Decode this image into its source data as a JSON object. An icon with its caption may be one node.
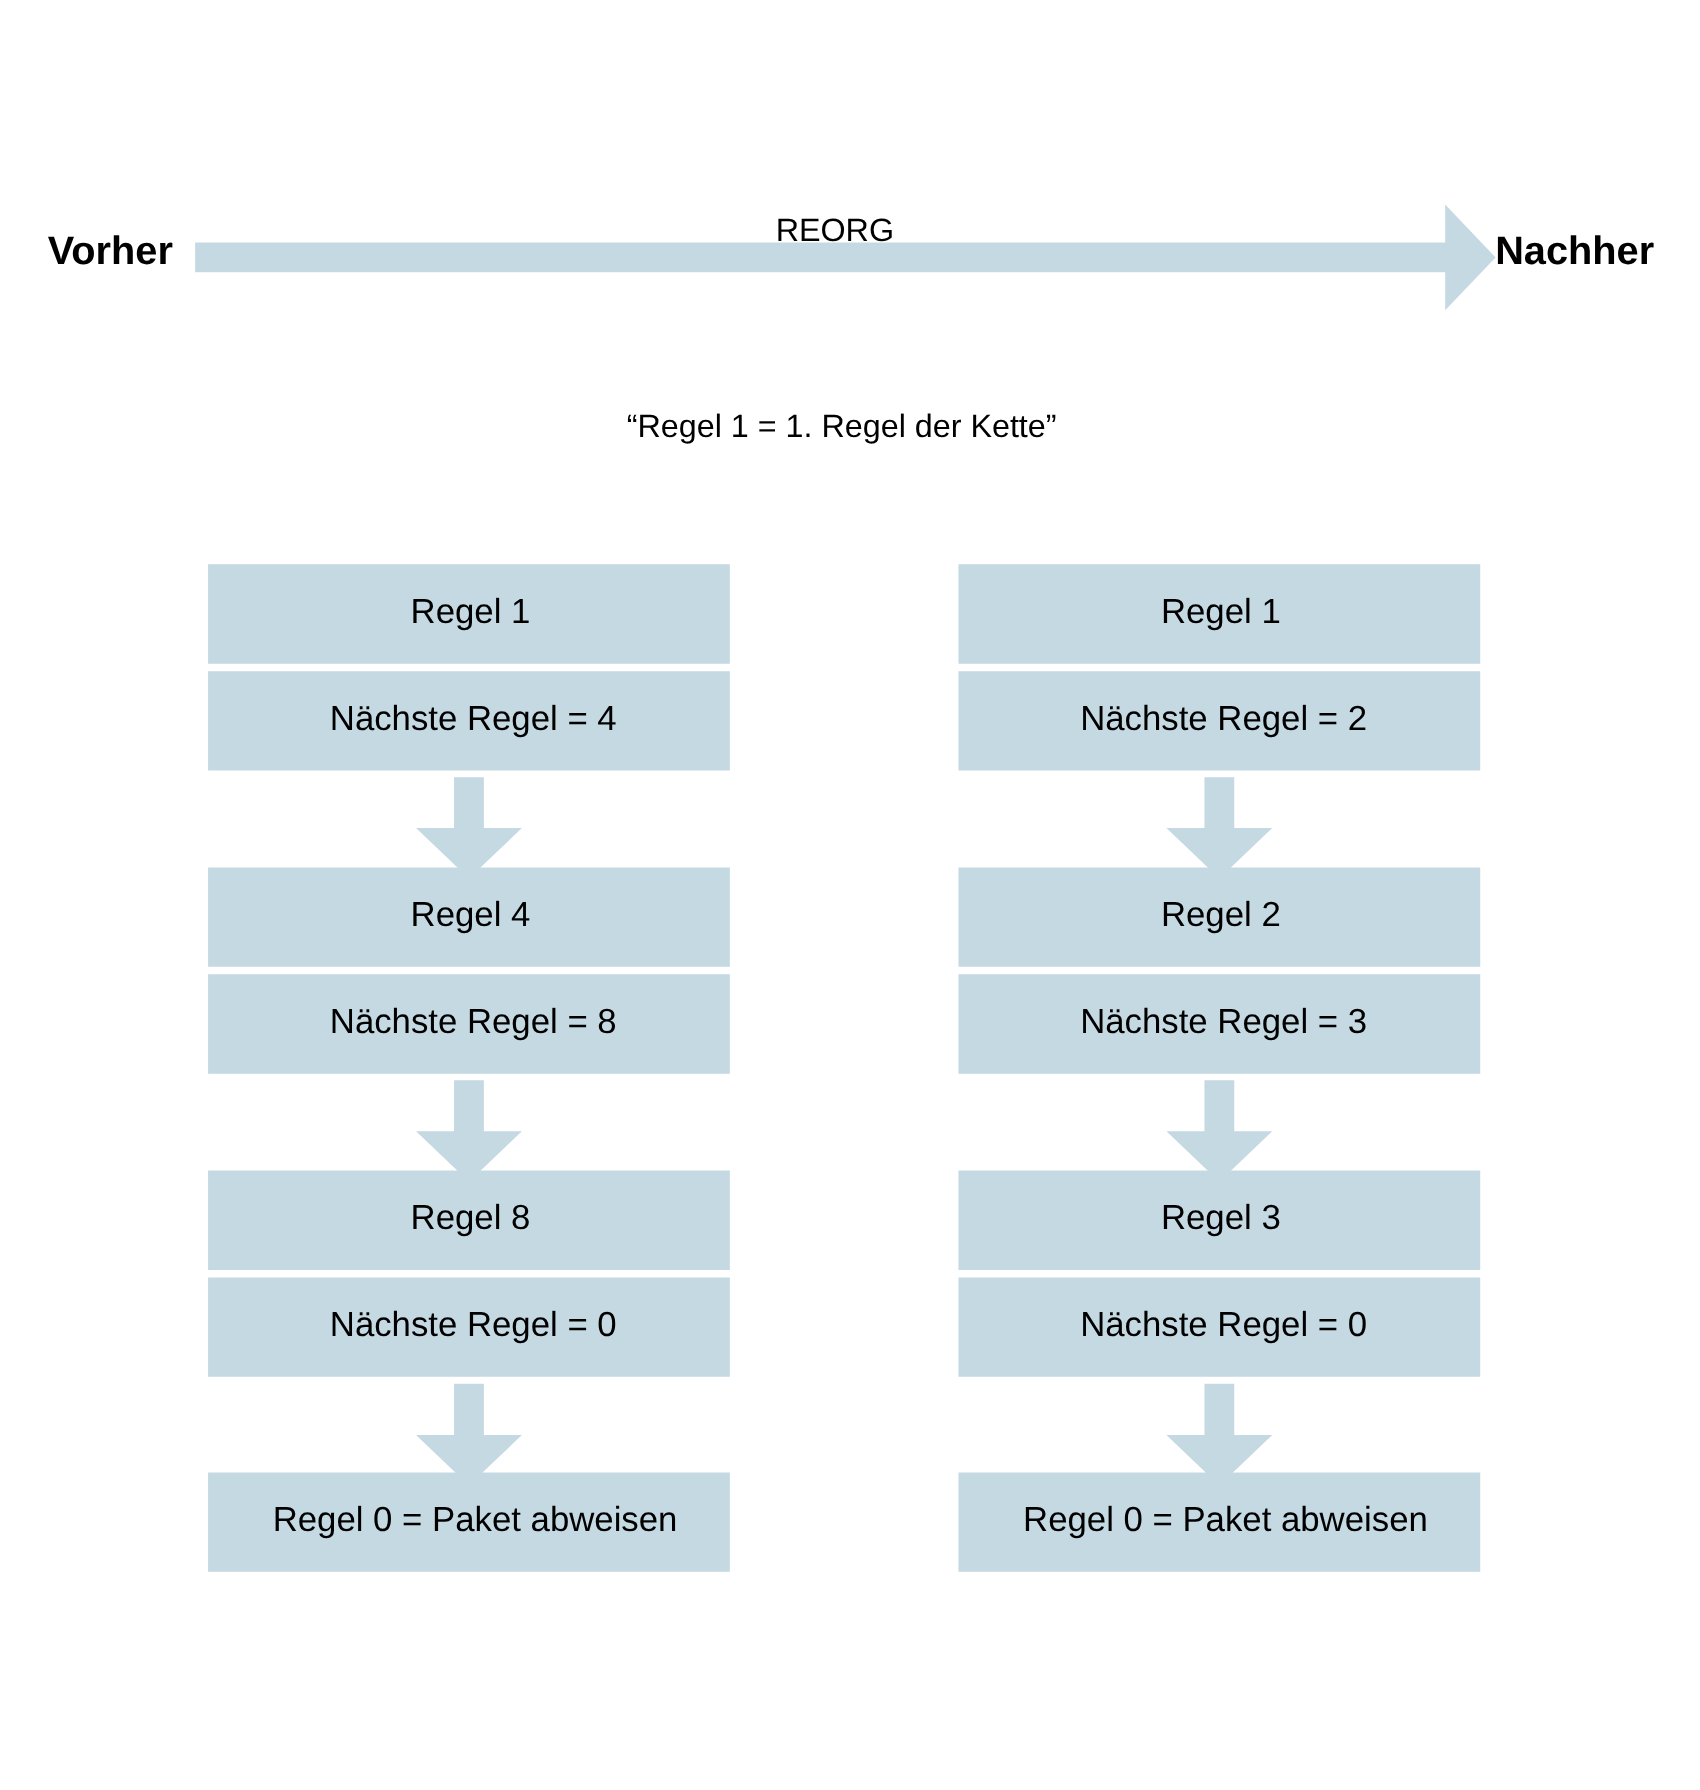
{
  "diagram": {
    "nodes": [
      {
        "text": [
          "Vorher"
        ]
      },
      {
        "text": [
          "Nachher"
        ]
      },
      {
        "text": [
          "Regel 1",
          "Nächste Regel = 4"
        ]
      },
      {
        "text": [
          "Regel 4",
          "Nächste Regel = 8"
        ]
      },
      {
        "text": [
          "Regel 8",
          "Nächste Regel = 0"
        ]
      },
      {
        "text": [
          "Regel 0 = Paket abweisen"
        ]
      },
      {
        "text": [
          "Regel 1",
          "Nächste Regel = 2"
        ]
      },
      {
        "text": [
          "Regel 2",
          "Nächste Regel = 3"
        ]
      },
      {
        "text": [
          "Regel 3",
          "Nächste Regel = 0"
        ]
      },
      {
        "text": [
          "Regel 0 = Paket abweisen"
        ]
      }
    ],
    "edges": [
      {
        "from": 0,
        "to": 1,
        "arrow": "to",
        "label": "REORG"
      },
      {
        "from": 2,
        "to": 3,
        "arrow": "to"
      },
      {
        "from": 3,
        "to": 4,
        "arrow": "to"
      },
      {
        "from": 4,
        "to": 5,
        "arrow": "to"
      },
      {
        "from": 6,
        "to": 7,
        "arrow": "to"
      },
      {
        "from": 7,
        "to": 8,
        "arrow": "to"
      },
      {
        "from": 8,
        "to": 9,
        "arrow": "to"
      }
    ],
    "labels": [
      "“Regel 1 = 1. Regel der Kette”"
    ]
  }
}
